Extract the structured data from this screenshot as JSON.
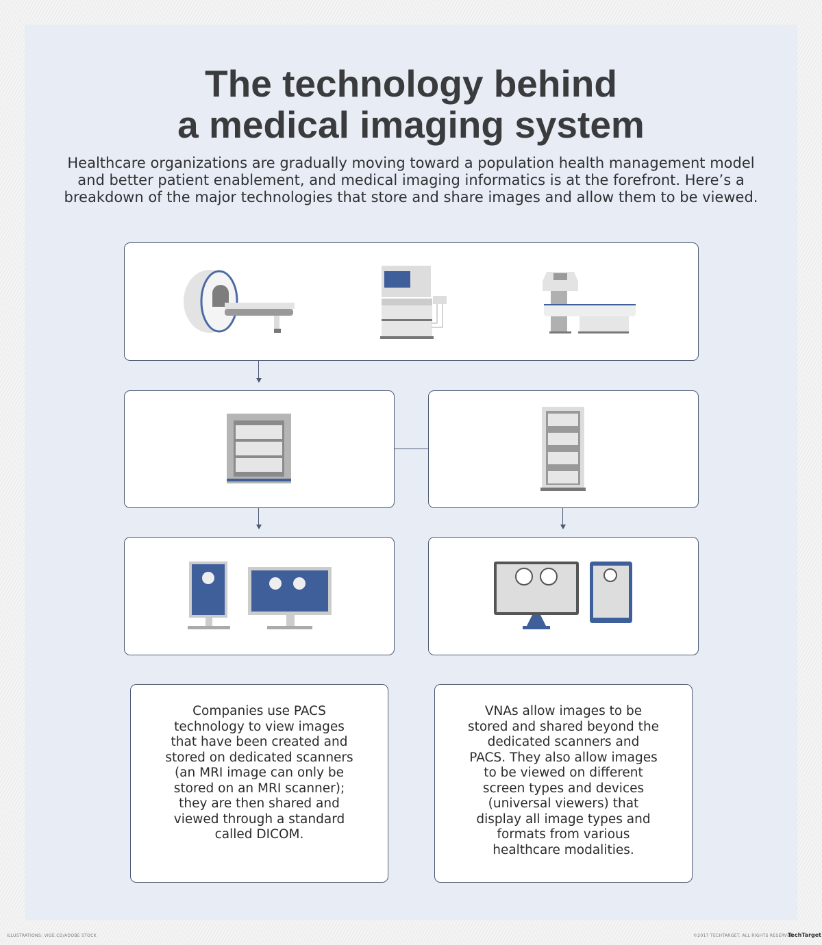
{
  "title_line1": "The technology behind",
  "title_line2": "a medical imaging system",
  "intro": "Healthcare organizations are gradually moving toward a population health management model and better patient enablement, and medical imaging informatics is at the forefront. Here’s a breakdown of the major technologies that store and share images and allow them to be viewed.",
  "pacs_text": "Companies use PACS technology to view images that have been created and stored on dedicated scanners (an MRI image can only be stored on an MRI scanner); they are then shared and viewed through a standard called DICOM.",
  "vna_text": "VNAs allow images to be stored and shared beyond the dedicated scanners and PACS. They also allow images to be viewed on different screen types and devices (universal viewers) that display all image types and formats from various healthcare modalities.",
  "footer": {
    "credit": "ILLUSTRATIONS: VIGE.CO/ADOBE STOCK",
    "copyright": "©2017 TECHTARGET. ALL RIGHTS RESERVED",
    "logo": "TechTarget"
  },
  "colors": {
    "accent": "#3f5f9a",
    "border": "#4b5a74",
    "panel": "#e8edf5",
    "gray": "#9a9a9a"
  },
  "icons": [
    "mri-scanner-icon",
    "ultrasound-machine-icon",
    "xray-table-icon",
    "pacs-server-icon",
    "vna-server-rack-icon",
    "pacs-monitors-icon",
    "universal-viewer-icon"
  ]
}
